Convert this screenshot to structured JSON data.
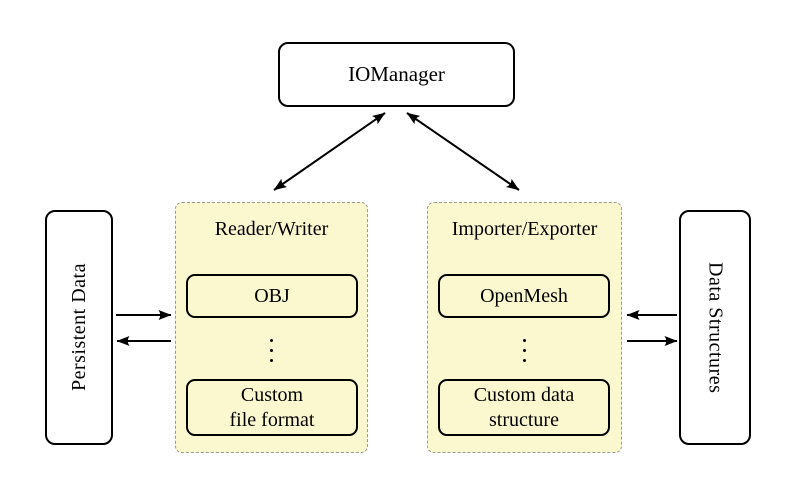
{
  "colors": {
    "background": "#ffffff",
    "group_fill": "#fbf8cf",
    "group_border": "#999999",
    "node_fill": "#ffffff",
    "ink": "#000000"
  },
  "nodes": {
    "iomanager": "IOManager",
    "persistent_data": "Persistent Data",
    "data_structures": "Data Structures"
  },
  "groups": {
    "reader_writer": {
      "title": "Reader/Writer",
      "item_top": "OBJ",
      "dots": "⋮",
      "item_bottom_line1": "Custom",
      "item_bottom_line2": "file format"
    },
    "importer_exporter": {
      "title": "Importer/Exporter",
      "item_top": "OpenMesh",
      "dots": "⋮",
      "item_bottom_line1": "Custom data",
      "item_bottom_line2": "structure"
    }
  },
  "connections": [
    {
      "from": "IOManager",
      "to": "Reader/Writer",
      "type": "bidirectional"
    },
    {
      "from": "IOManager",
      "to": "Importer/Exporter",
      "type": "bidirectional"
    },
    {
      "from": "Persistent Data",
      "to": "Reader/Writer",
      "type": "directed"
    },
    {
      "from": "Reader/Writer",
      "to": "Persistent Data",
      "type": "directed"
    },
    {
      "from": "Data Structures",
      "to": "Importer/Exporter",
      "type": "directed"
    },
    {
      "from": "Importer/Exporter",
      "to": "Data Structures",
      "type": "directed"
    }
  ]
}
